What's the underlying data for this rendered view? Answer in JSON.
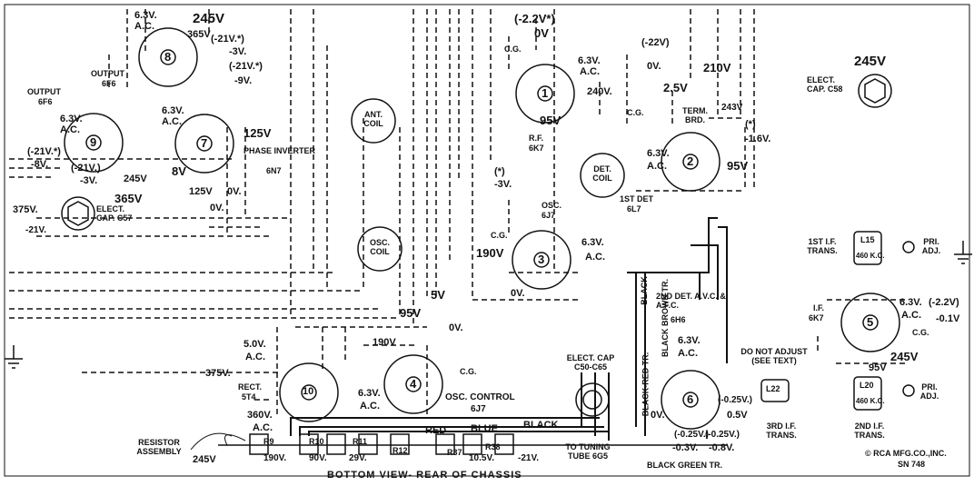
{
  "footer": {
    "view_caption": "BOTTOM VIEW- REAR OF CHASSIS",
    "copyright": "© RCA MFG.CO.,INC.",
    "drawing_no": "SN 748"
  },
  "tubes": {
    "t8": {
      "name": "OUTPUT",
      "type": "6F6",
      "num": "8"
    },
    "t9": {
      "name": "OUTPUT",
      "type": "6F6",
      "num": "9"
    },
    "t7": {
      "name": "PHASE INVERTER",
      "type": "6N7",
      "num": "7"
    },
    "t1": {
      "name": "R.F.",
      "type": "6K7",
      "num": "1"
    },
    "t2": {
      "name": "1ST DET",
      "type": "6L7",
      "num": "2"
    },
    "t3": {
      "name": "OSC.",
      "type": "6J7",
      "num": "3"
    },
    "t4": {
      "name": "OSC. CONTROL",
      "type": "6J7",
      "num": "4"
    },
    "t5": {
      "name": "I.F.",
      "type": "6K7",
      "num": "5"
    },
    "t6": {
      "name": "2ND DET. A.V.C. & A.F.C.",
      "type": "6H6",
      "num": "6"
    },
    "t10": {
      "name": "RECT.",
      "type": "5T4",
      "num": "10"
    }
  },
  "coils": {
    "ant": "ANT. COIL",
    "det": "DET. COIL",
    "osc": "OSC. COIL"
  },
  "caps": {
    "c57": "ELECT. CAP. C57",
    "c58": "ELECT. CAP. C58",
    "c50": "ELECT. CAP C50-C65"
  },
  "transformers": {
    "l15": "L15",
    "l15_freq": "460 K.C.",
    "l15_label": "1ST I.F. TRANS.",
    "l15_adj": "PRI. ADJ.",
    "l22": "L22",
    "l22_label": "3RD I.F. TRANS.",
    "l22_note": "DO NOT ADJUST (SEE TEXT)",
    "l20": "L20",
    "l20_freq": "460 K.C.",
    "l20_label": "2ND I.F. TRANS.",
    "l20_adj": "PRI. ADJ."
  },
  "misc": {
    "resistor_assembly": "RESISTOR ASSEMBLY",
    "r9": "R9",
    "r10": "R10",
    "r11": "R11",
    "r12": "R12",
    "r37": "R37",
    "r38": "R38",
    "term_brd": "TERM. BRD.",
    "tuning_tube": "TO TUNING TUBE 6G5",
    "black_green": "BLACK GREEN TR.",
    "black_red": "BLACK-RED TR.",
    "black_brown": "BLACK BROWN TR.",
    "black": "BLACK",
    "wire_red": "RED",
    "wire_blue": "BLUE",
    "wire_black": "BLACK",
    "cg": "C.G."
  },
  "voltages": {
    "v245_top": "245V",
    "v365_top": "365V",
    "v21a": "(-21V.*)",
    "v3a": "-3V.",
    "v21b": "(-21V.*)",
    "v9": "-9V.",
    "v63a": "6.3V.",
    "v63a2": "A.C.",
    "v63b": "6.3V.",
    "v63b2": "A.C.",
    "v63c": "6.3V.",
    "v63c2": "A.C.",
    "v125a": "125V",
    "v8": "8V",
    "v125b": "125V",
    "v0a": "0V.",
    "v0b": "0V.",
    "v21c": "(-21V.*)",
    "v8b": "-8V.",
    "v21d": "(-21V.)",
    "v3b": "-3V.",
    "v245b": "245V",
    "v365b": "365V",
    "v375a": "375V.",
    "v21e": "-21V.",
    "v22": "(-2.2V*)",
    "v0c": "0V",
    "v63d": "6.3V.",
    "v63d2": "A.C.",
    "v240": "240V.",
    "v95a": "95V",
    "v22b": "(-22V)",
    "v0d": "0V.",
    "v25": "2.5V",
    "v210": "210V",
    "v243": "243V",
    "vstar1": "(*)",
    "v16": "-1.6V.",
    "v63e": "6.3V.",
    "v63e2": "A.C.",
    "v95b": "95V",
    "vstar2": "(*)",
    "v3c": "-3V.",
    "v63f": "6.3V.",
    "v63f2": "A.C.",
    "v190a": "190V",
    "v0e": "0V.",
    "v245c": "245V",
    "v63g": "6.3V.",
    "v63g2": "A.C.",
    "v22c": "(-2.2V)",
    "v01": "-0.1V",
    "v245d": "245V",
    "v95c": "95V",
    "v5": "5V",
    "v95d": "95V",
    "v190b": "190V",
    "v0f": "0V.",
    "v50": "5.0V.",
    "v50b": "A.C.",
    "v375b": "375V.",
    "v360": "360V.",
    "v360b": "A.C.",
    "v63h": "6.3V.",
    "v63h2": "A.C.",
    "v63i": "6.3V.",
    "v63i2": "A.C.",
    "v0g": "0V.",
    "v025a": "(-0.25V.)",
    "v05": "0.5V",
    "v025b": "(-0.25V.)",
    "v025c": "(-0.25V.)",
    "v03": "-0.3V.",
    "v08": "-0.8V.",
    "v245e": "245V",
    "v190c": "190V.",
    "v90": "90V.",
    "v29": "29V.",
    "v105": "10.5V.",
    "v21f": "-21V."
  }
}
